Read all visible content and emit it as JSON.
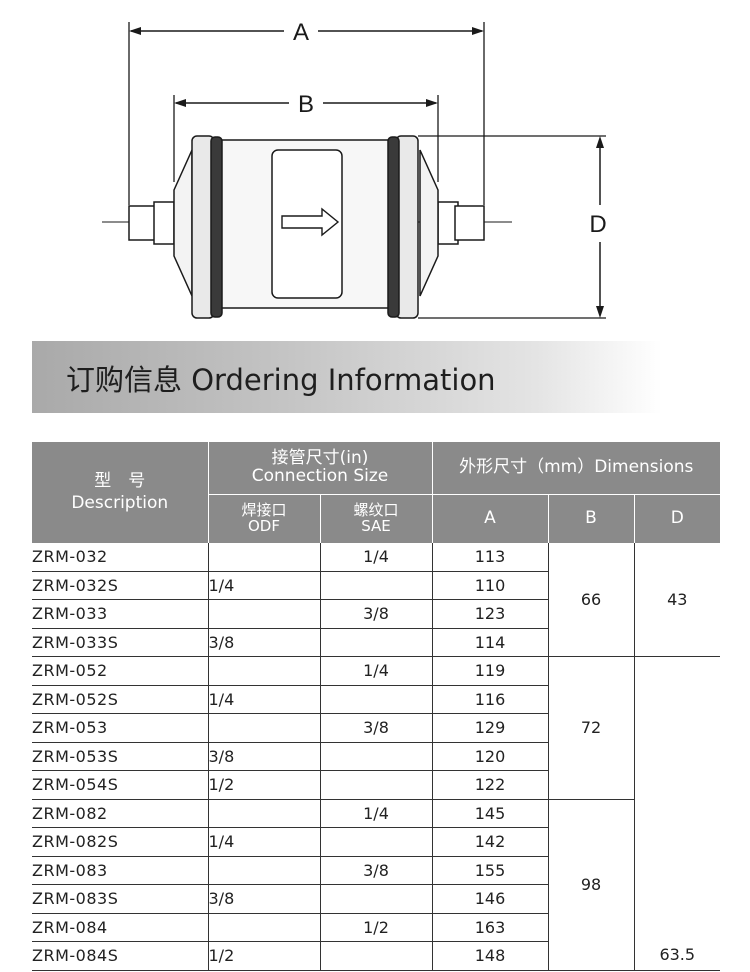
{
  "diagram": {
    "label_a": "A",
    "label_b": "B",
    "label_d": "D"
  },
  "banner": {
    "title": "订购信息 Ordering Information"
  },
  "table": {
    "headers": {
      "model_cn": "型　号",
      "model_en": "Description",
      "connection_cn": "接管尺寸(in)",
      "connection_en": "Connection Size",
      "dims_title": "外形尺寸（mm）Dimensions",
      "odf_cn": "焊接口",
      "odf_en": "ODF",
      "sae_cn": "螺纹口",
      "sae_en": "SAE",
      "col_a": "A",
      "col_b": "B",
      "col_d": "D"
    },
    "rows": [
      {
        "model": "ZRM-032",
        "odf": "",
        "sae": "1/4",
        "a": "113"
      },
      {
        "model": "ZRM-032S",
        "odf": "1/4",
        "sae": "",
        "a": "110"
      },
      {
        "model": "ZRM-033",
        "odf": "",
        "sae": "3/8",
        "a": "123"
      },
      {
        "model": "ZRM-033S",
        "odf": "3/8",
        "sae": "",
        "a": "114"
      },
      {
        "model": "ZRM-052",
        "odf": "",
        "sae": "1/4",
        "a": "119"
      },
      {
        "model": "ZRM-052S",
        "odf": "1/4",
        "sae": "",
        "a": "116"
      },
      {
        "model": "ZRM-053",
        "odf": "",
        "sae": "3/8",
        "a": "129"
      },
      {
        "model": "ZRM-053S",
        "odf": "3/8",
        "sae": "",
        "a": "120"
      },
      {
        "model": "ZRM-054S",
        "odf": "1/2",
        "sae": "",
        "a": "122"
      },
      {
        "model": "ZRM-082",
        "odf": "",
        "sae": "1/4",
        "a": "145"
      },
      {
        "model": "ZRM-082S",
        "odf": "1/4",
        "sae": "",
        "a": "142"
      },
      {
        "model": "ZRM-083",
        "odf": "",
        "sae": "3/8",
        "a": "155"
      },
      {
        "model": "ZRM-083S",
        "odf": "3/8",
        "sae": "",
        "a": "146"
      },
      {
        "model": "ZRM-084",
        "odf": "",
        "sae": "1/2",
        "a": "163"
      },
      {
        "model": "ZRM-084S",
        "odf": "1/2",
        "sae": "",
        "a": "148"
      }
    ],
    "b_groups": [
      "66",
      "72",
      "98"
    ],
    "d_groups": [
      "43",
      "63.5"
    ]
  }
}
